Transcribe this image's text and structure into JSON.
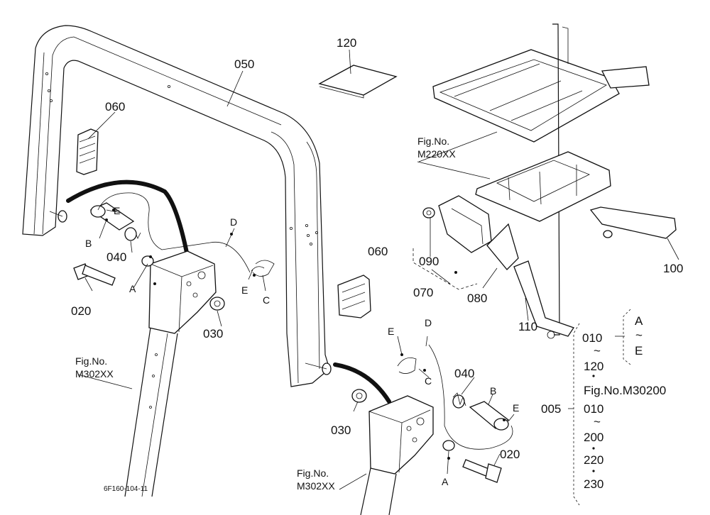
{
  "drawing_id": "6F160-104-11",
  "labels": {
    "l050": "050",
    "l060a": "060",
    "l060b": "060",
    "l120": "120",
    "l100": "100",
    "l110": "110",
    "l090": "090",
    "l070": "070",
    "l080": "080",
    "l040a": "040",
    "l040b": "040",
    "l020a": "020",
    "l020b": "020",
    "l030a": "030",
    "l030b": "030",
    "l005": "005",
    "lA1": "A",
    "lA2": "A",
    "lB1": "B",
    "lB2": "B",
    "lC1": "C",
    "lC2": "C",
    "lD1": "D",
    "lD2": "D",
    "lE1": "E",
    "lE2": "E",
    "lE3": "E",
    "lE4": "E"
  },
  "figrefs": {
    "m220_title": "Fig.No.",
    "m220_code": "M220XX",
    "m302a_title": "Fig.No.",
    "m302a_code": "M302XX",
    "m302b_title": "Fig.No.",
    "m302b_code": "M302XX"
  },
  "legend": {
    "range1_from": "010",
    "range1_tilde": "~",
    "range1_to": "120",
    "letters_from": "A",
    "letters_tilde": "~",
    "letters_to": "E",
    "fig_ref": "Fig.No.M30200",
    "range2_from": "010",
    "range2_tilde": "~",
    "range2_to": "200",
    "item_220": "220",
    "item_230": "230"
  }
}
